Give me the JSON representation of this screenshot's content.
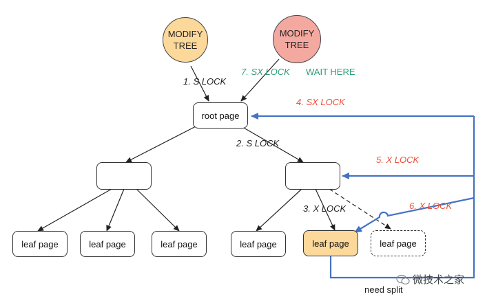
{
  "requests": [
    {
      "text": "MODIFY\nTREE",
      "fill": "#fcd89a"
    },
    {
      "text": "MODIFY\nTREE",
      "fill": "#f4a9a0"
    }
  ],
  "nodes": {
    "root": "root page",
    "internal_left": "",
    "internal_right": "",
    "leaves": [
      "leaf page",
      "leaf page",
      "leaf page",
      "leaf page",
      "leaf page",
      "leaf page"
    ]
  },
  "locks": {
    "step1": "1. S LOCK",
    "step2": "2. S LOCK",
    "step3": "3. X LOCK",
    "step4": "4. SX LOCK",
    "step5": "5. X LOCK",
    "step6": "6. X LOCK",
    "step7": "7. SX LOCK"
  },
  "wait_label": "WAIT HERE",
  "split_label": "need split",
  "watermark": "微技术之家",
  "colors": {
    "blue": "#4472c4",
    "red_text": "#ef4f37",
    "green_text": "#2b9d79",
    "highlight": "#fcd89a",
    "request_2": "#f4a9a0"
  }
}
